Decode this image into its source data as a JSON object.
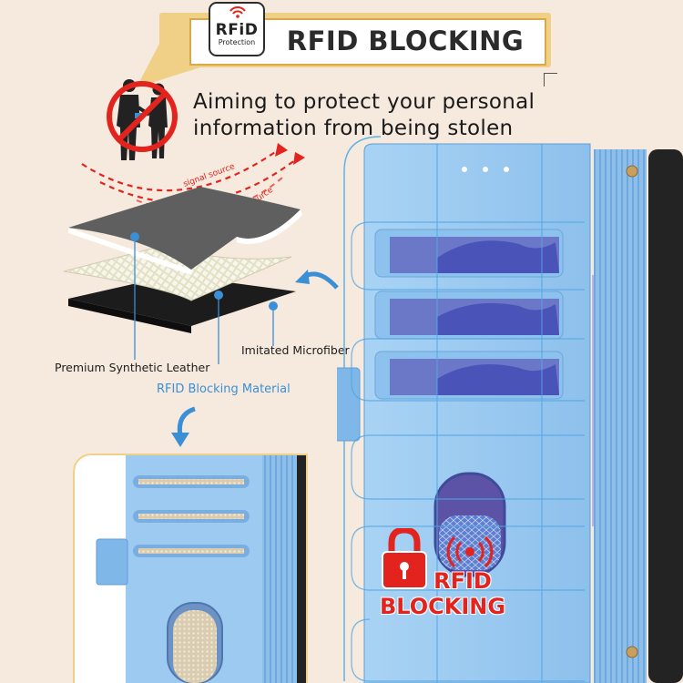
{
  "banner": {
    "title": "RFID BLOCKING",
    "badge_main": "RFiD",
    "badge_sub": "Protection"
  },
  "subtitle": "Aiming to protect your personal information from being stolen",
  "signal": {
    "label_1": "signal source",
    "label_2": "signal source"
  },
  "layers": {
    "leather": "Premium Synthetic Leather",
    "microfiber": "Imitated Microfiber",
    "rfid_material": "RFID Blocking Material"
  },
  "badge_bottom": {
    "line1": "RFID",
    "line2": "BLOCKING"
  },
  "colors": {
    "background": "#f6e9de",
    "banner_gold": "#f0cf86",
    "wallet_blue": "#9ccaf0",
    "accent_blue": "#3a8fd6",
    "alert_red": "#e3231d"
  }
}
